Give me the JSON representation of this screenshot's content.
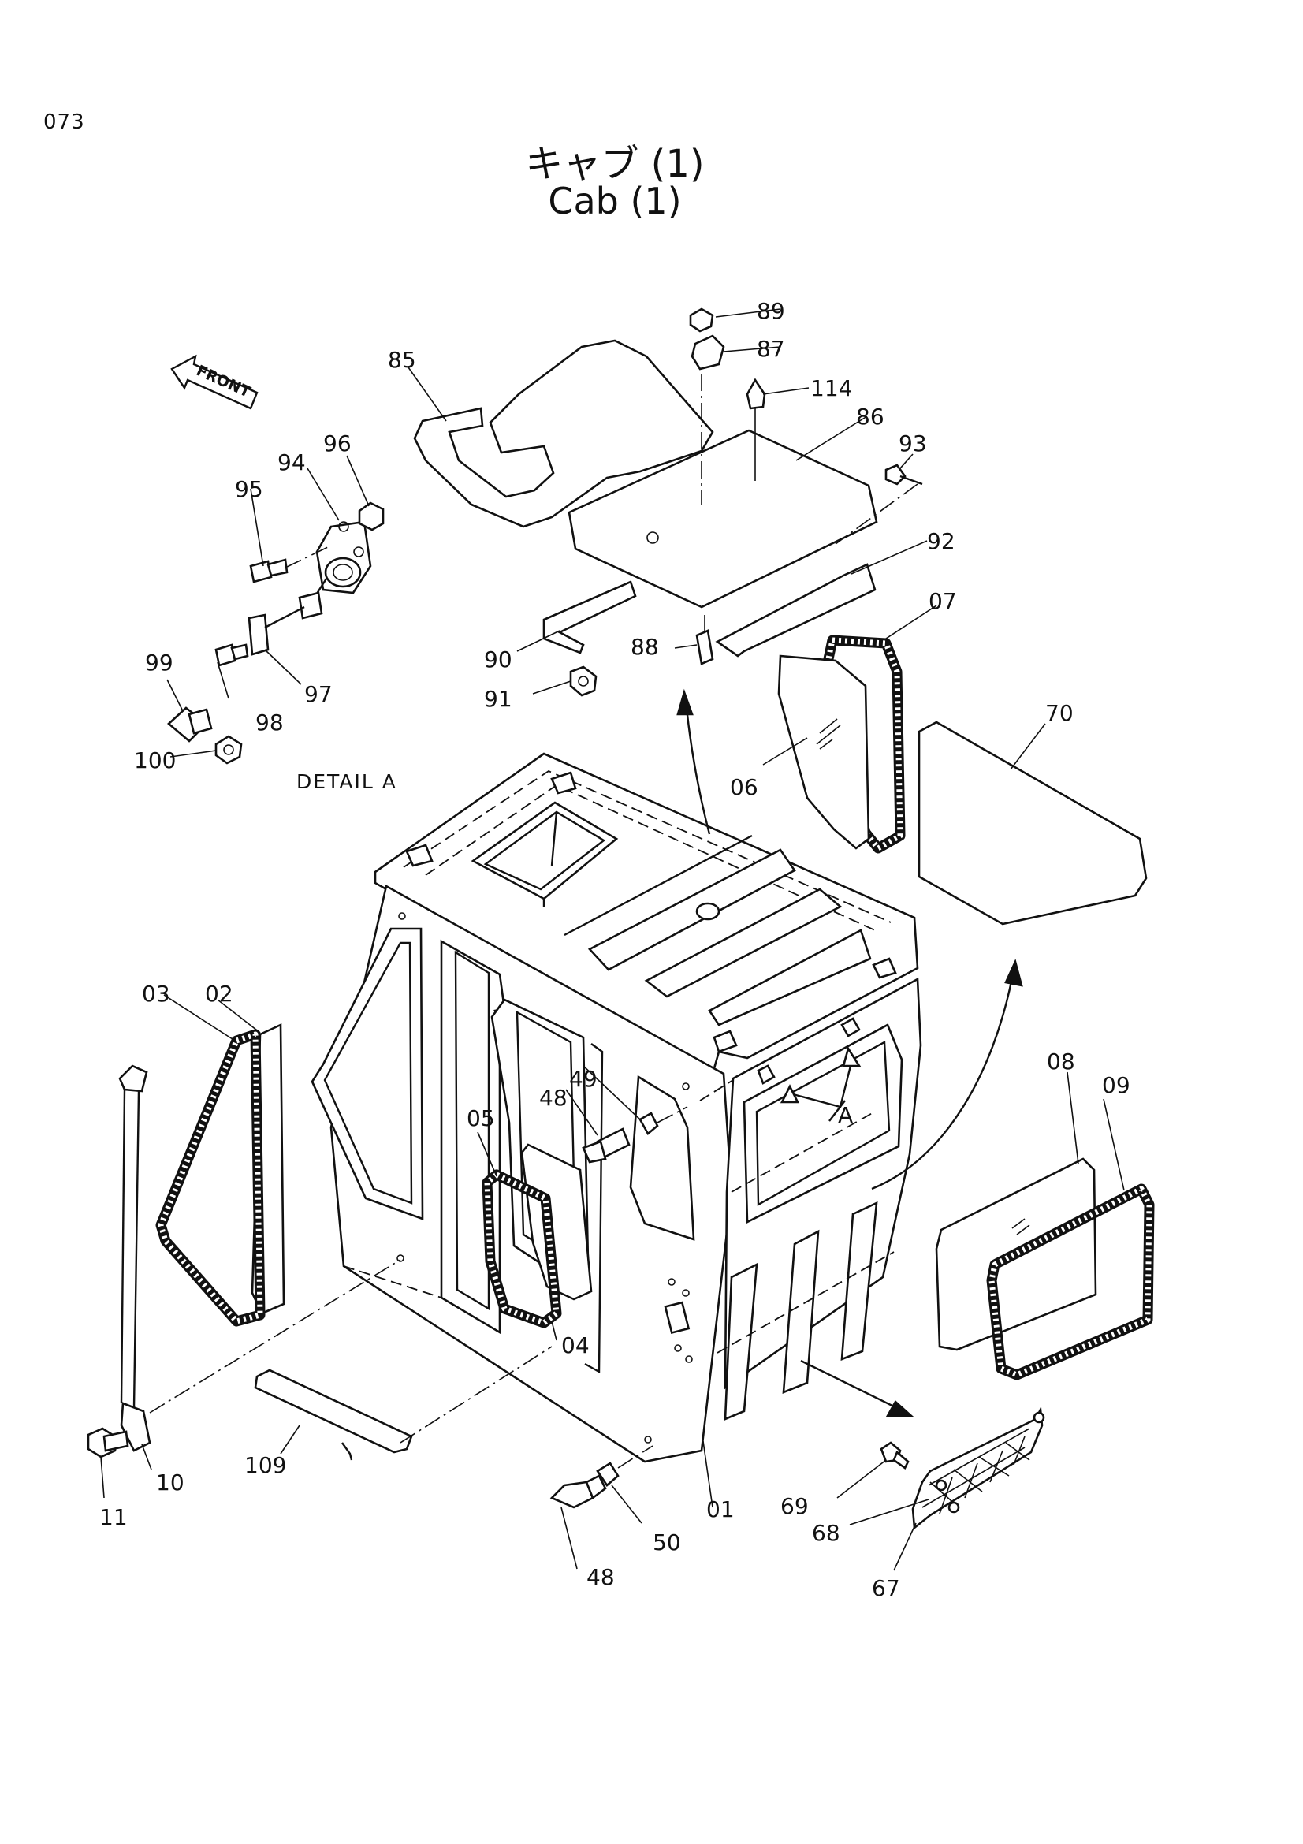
{
  "page_number": "073",
  "title_jp": "キャブ (1)",
  "title_en": "Cab (1)",
  "front_arrow": "FRONT",
  "detail_label": "DETAIL A",
  "view_marker": "A",
  "callouts": {
    "c01": "01",
    "c02": "02",
    "c03": "03",
    "c04": "04",
    "c05": "05",
    "c06": "06",
    "c07": "07",
    "c08": "08",
    "c09": "09",
    "c10": "10",
    "c11": "11",
    "c48a": "48",
    "c48b": "48",
    "c49": "49",
    "c50": "50",
    "c67": "67",
    "c68": "68",
    "c69": "69",
    "c70": "70",
    "c85": "85",
    "c86": "86",
    "c87": "87",
    "c88": "88",
    "c89": "89",
    "c90": "90",
    "c91": "91",
    "c92": "92",
    "c93": "93",
    "c94": "94",
    "c95": "95",
    "c96": "96",
    "c97": "97",
    "c98": "98",
    "c99": "99",
    "c100": "100",
    "c109": "109",
    "c114": "114"
  }
}
